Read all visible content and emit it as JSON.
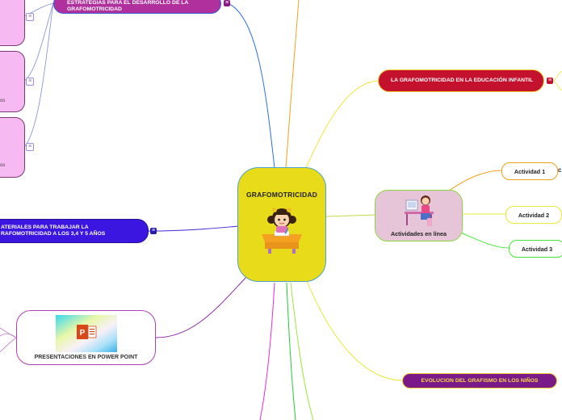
{
  "central": {
    "title": "GRAFOMOTRICIDAD"
  },
  "topics": {
    "estrategias": "ESTRATEGIAS PARA EL DESARROLLO DE LA GRAFOMOTRICIDAD",
    "educacion_infantil": "LA GRAFOMOTRICIDAD EN LA EDUCACIÓN INFANTIL",
    "materiales": "ATERIALES PARA TRABAJAR LA RAFOMOTRICIDAD A LOS 3,4 Y 5 AÑOS",
    "evolucion": "EVOLUCION DEL GRAFISMO EN LOS NIÑOS"
  },
  "actividades": {
    "label": "Actividades en línea",
    "items": [
      "Actividad 1",
      "Actividad 2",
      "Actividad 3"
    ]
  },
  "presentaciones": {
    "label": "PRESENTACIONES EN POWER POINT"
  },
  "partial_text": {
    "card2": "os",
    "card3": "os",
    "act1_tail": "c"
  },
  "icons": {
    "note": "notes-icon",
    "girl": "girl-writing-icon",
    "kid": "girl-at-desk-icon",
    "ppt": "powerpoint-icon"
  },
  "colors": {
    "central": "#e8dc1a",
    "estrategias": "#b0309e",
    "educacion_infantil": "#c4122e",
    "materiales": "#3a16e0",
    "evolucion": "#7a1a88",
    "actividades": "#e7c5d8"
  }
}
